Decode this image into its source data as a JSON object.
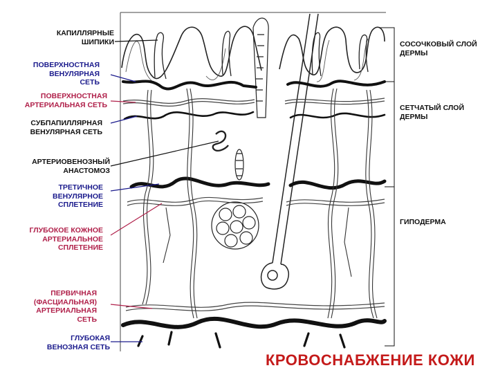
{
  "title": "КРОВОСНАБЖЕНИЕ КОЖИ",
  "labels_left": [
    {
      "id": "capillary-loops",
      "text": "КАПИЛЛЯРНЫЕ\nШИПИКИ"
    },
    {
      "id": "superficial-venular-net",
      "text": "ПОВЕРХНОСТНАЯ\nВЕНУЛЯРНАЯ\nСЕТЬ"
    },
    {
      "id": "superficial-arterial-net",
      "text": "ПОВЕРХНОСТНАЯ\nАРТЕРИАЛЬНАЯ СЕТЬ"
    },
    {
      "id": "subpapillary-venular-net",
      "text": "СУБПАПИЛЛЯРНАЯ\nВЕНУЛЯРНАЯ СЕТЬ"
    },
    {
      "id": "arteriovenous-anastomosis",
      "text": "АРТЕРИОВЕНОЗНЫЙ\nАНАСТОМОЗ"
    },
    {
      "id": "tertiary-venular-plexus",
      "text": "ТРЕТИЧНОЕ\nВЕНУЛЯРНОЕ\nСПЛЕТЕНИЕ"
    },
    {
      "id": "deep-dermal-arterial-plexus",
      "text": "ГЛУБОКОЕ КОЖНОЕ\nАРТЕРИАЛЬНОЕ\nСПЛЕТЕНИЕ"
    },
    {
      "id": "primary-fascial-arterial-net",
      "text": "ПЕРВИЧНАЯ\n(ФАСЦИАЛЬНАЯ)\nАРТЕРИАЛЬНАЯ\nСЕТЬ"
    },
    {
      "id": "deep-venous-net",
      "text": "ГЛУБОКАЯ\nВЕНОЗНАЯ СЕТЬ"
    }
  ],
  "labels_right": [
    {
      "id": "papillary-dermis",
      "text": "СОСОЧКОВЫЙ СЛОЙ\nДЕРМЫ"
    },
    {
      "id": "reticular-dermis",
      "text": "СЕТЧАТЫЙ СЛОЙ\nДЕРМЫ"
    },
    {
      "id": "hypodermis",
      "text": "ГИПОДЕРМА"
    }
  ]
}
